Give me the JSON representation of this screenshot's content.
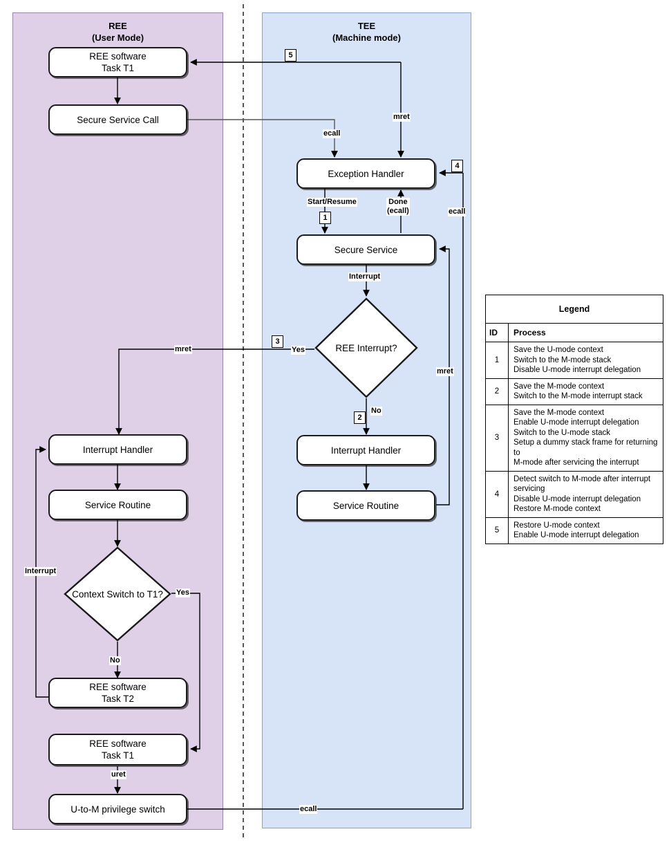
{
  "lanes": [
    {
      "id": "ree",
      "title_line1": "REE",
      "title_line2": "(User Mode)",
      "fill": "#dfd0e8"
    },
    {
      "id": "tee",
      "title_line1": "TEE",
      "title_line2": "(Machine mode)",
      "fill": "#d7e4f7"
    }
  ],
  "nodes": {
    "ree_task_t1_top_l1": "REE software",
    "ree_task_t1_top_l2": "Task T1",
    "secure_service_call": "Secure Service Call",
    "exception_handler": "Exception Handler",
    "secure_service": "Secure Service",
    "ree_interrupt_q": "REE Interrupt?",
    "ree_interrupt_handler": "Interrupt Handler",
    "ree_service_routine": "Service Routine",
    "tee_interrupt_handler": "Interrupt Handler",
    "tee_service_routine": "Service Routine",
    "context_switch_l1": "Context Switch",
    "context_switch_l2": "to T1?",
    "ree_task_t2_l1": "REE software",
    "ree_task_t2_l2": "Task T2",
    "ree_task_t1_bot_l1": "REE software",
    "ree_task_t1_bot_l2": "Task T1",
    "u_to_m": "U-to-M privilege switch"
  },
  "edge_labels": {
    "ecall_top": "ecall",
    "mret_top": "mret",
    "start_resume": "Start/Resume",
    "done_l1": "Done",
    "done_l2": "(ecall)",
    "ecall_right": "ecall",
    "mret_right": "mret",
    "interrupt_mid": "Interrupt",
    "yes_tee": "Yes",
    "no_tee": "No",
    "mret_left": "mret",
    "interrupt_left": "Interrupt",
    "yes_ree": "Yes",
    "no_ree": "No",
    "uret": "uret",
    "ecall_bottom": "ecall"
  },
  "badges": {
    "b1": "1",
    "b2": "2",
    "b3": "3",
    "b4": "4",
    "b5": "5"
  },
  "legend": {
    "title": "Legend",
    "columns": [
      "ID",
      "Process"
    ],
    "rows": [
      {
        "id": "1",
        "steps": [
          "Save the U-mode context",
          "Switch to the M-mode stack",
          "Disable U-mode interrupt delegation"
        ]
      },
      {
        "id": "2",
        "steps": [
          "Save the M-mode context",
          "Switch to the M-mode interrupt stack"
        ]
      },
      {
        "id": "3",
        "steps": [
          "Save the M-mode context",
          "Enable U-mode interrupt delegation",
          "Switch to the U-mode stack",
          "Setup a dummy stack frame for returning to",
          "M-mode after servicing the interrupt"
        ]
      },
      {
        "id": "4",
        "steps": [
          "Detect switch to M-mode after interrupt",
          "servicing",
          "Disable U-mode interrupt delegation",
          "Restore M-mode context"
        ]
      },
      {
        "id": "5",
        "steps": [
          "Restore U-mode context",
          "Enable U-mode interrupt delegation"
        ]
      }
    ]
  }
}
